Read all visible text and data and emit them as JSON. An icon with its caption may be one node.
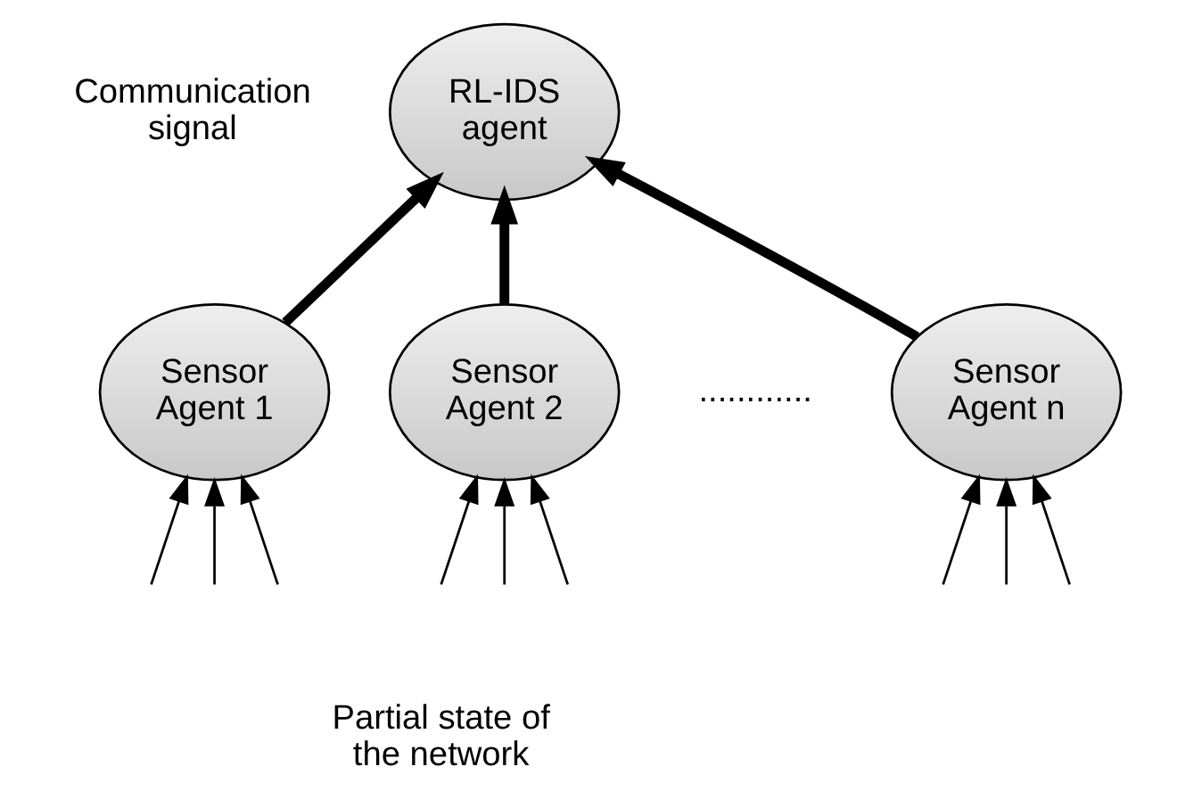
{
  "diagram": {
    "nodes": [
      {
        "text": [
          "RL-IDS agent"
        ]
      },
      {
        "text": [
          "Sensor Agent 1"
        ]
      },
      {
        "text": [
          "Sensor Agent 2"
        ]
      },
      {
        "text": [
          "Sensor Agent n"
        ]
      }
    ],
    "edges": [
      {
        "from": 1,
        "to": 0,
        "arrow": "to",
        "style": "thick"
      },
      {
        "from": 2,
        "to": 0,
        "arrow": "to",
        "style": "thick"
      },
      {
        "from": 3,
        "to": 0,
        "arrow": "to",
        "style": "thick"
      },
      {
        "from": null,
        "to": 1,
        "arrow": "to"
      },
      {
        "from": null,
        "to": 1,
        "arrow": "to"
      },
      {
        "from": null,
        "to": 1,
        "arrow": "to"
      },
      {
        "from": null,
        "to": 2,
        "arrow": "to"
      },
      {
        "from": null,
        "to": 2,
        "arrow": "to"
      },
      {
        "from": null,
        "to": 2,
        "arrow": "to"
      },
      {
        "from": null,
        "to": 3,
        "arrow": "to"
      },
      {
        "from": null,
        "to": 3,
        "arrow": "to"
      },
      {
        "from": null,
        "to": 3,
        "arrow": "to"
      }
    ],
    "labels": [
      "Communication signal",
      "............",
      "Partial state of the network"
    ]
  }
}
